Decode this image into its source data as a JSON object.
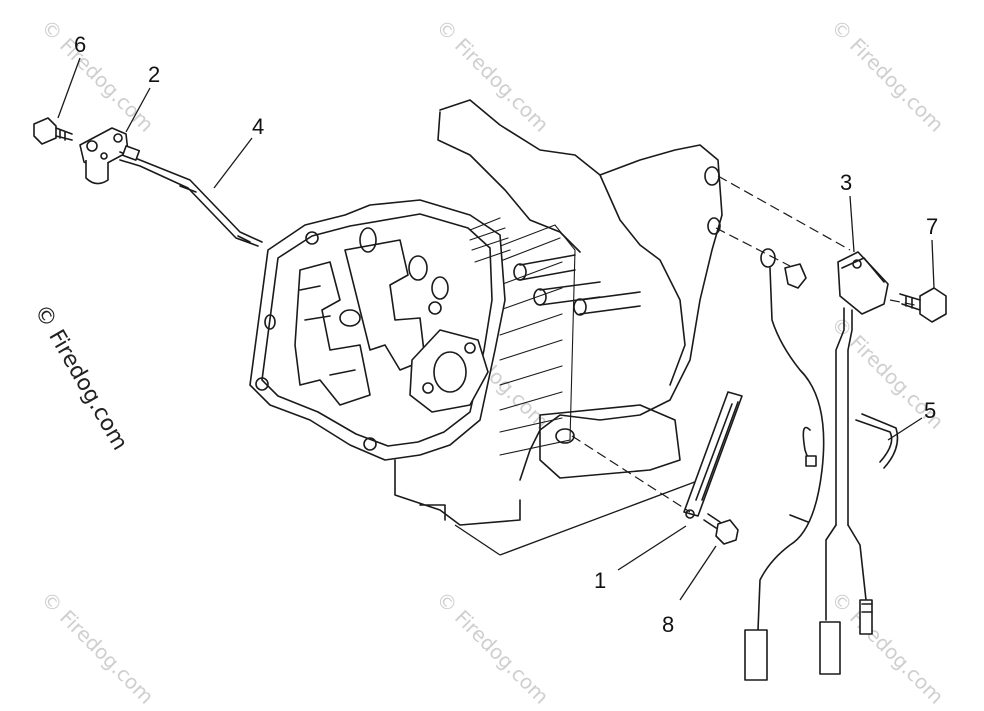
{
  "watermark": {
    "text": "© Firedog.com",
    "color_light": "#cfcfcf",
    "color_dark": "#222222"
  },
  "callouts": {
    "c1": "1",
    "c2": "2",
    "c3": "3",
    "c4": "4",
    "c5": "5",
    "c6": "6",
    "c7": "7",
    "c8": "8"
  }
}
